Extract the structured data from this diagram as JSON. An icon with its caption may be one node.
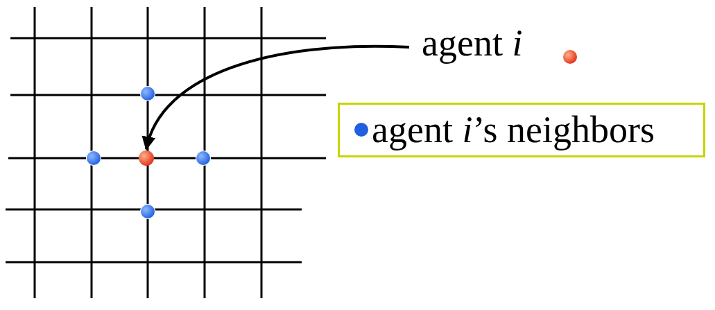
{
  "diagram": {
    "nodes": [
      {
        "text": [
          "agent *i*"
        ]
      },
      {
        "text": [],
        "shape": "circle"
      }
    ],
    "edges": [
      {
        "from": 0,
        "to": 1,
        "arrow": "to"
      }
    ],
    "legend": [
      {
        "text": "agent *i*’s neighbors",
        "color": "#1f5fe0"
      }
    ]
  }
}
